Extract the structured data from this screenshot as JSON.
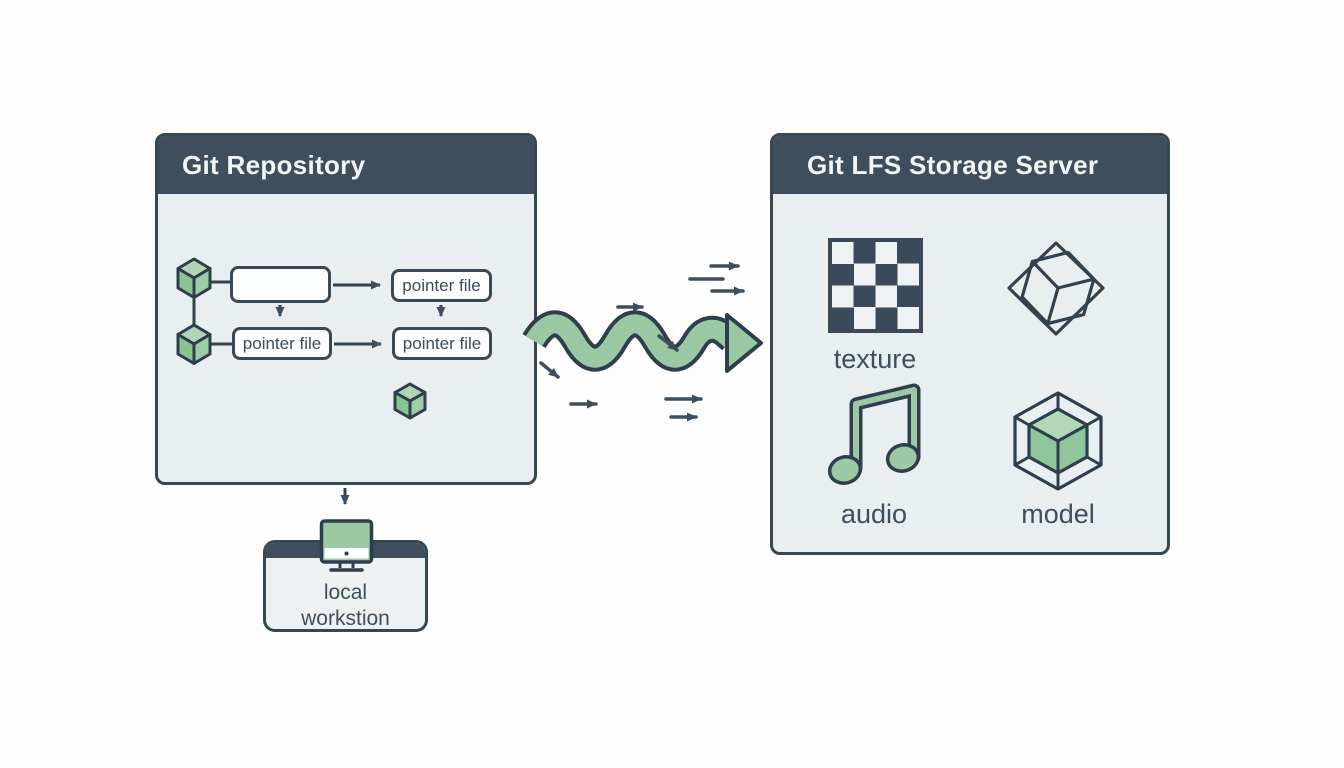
{
  "colors": {
    "background": "#fdfdfd",
    "ink": "#3e4e5c",
    "panel_body": "#e9eff0",
    "header": "#3e4e5c",
    "green": "#9ac8a3"
  },
  "git_repository_panel": {
    "title": "Git Repository",
    "commit_graph": {
      "top_right_box": "pointer file",
      "bottom_left_box": "pointer file",
      "bottom_right_box": "pointer file"
    }
  },
  "lfs_server_panel": {
    "title": "Git LFS Storage Server",
    "assets": [
      {
        "icon": "texture-checkerboard-icon",
        "label": "texture"
      },
      {
        "icon": "wireframe-polyhedron-icon",
        "label": ""
      },
      {
        "icon": "audio-note-icon",
        "label": "audio"
      },
      {
        "icon": "model-cube-icon",
        "label": "model"
      }
    ]
  },
  "workstation": {
    "line1": "local",
    "line2": "workstion"
  }
}
